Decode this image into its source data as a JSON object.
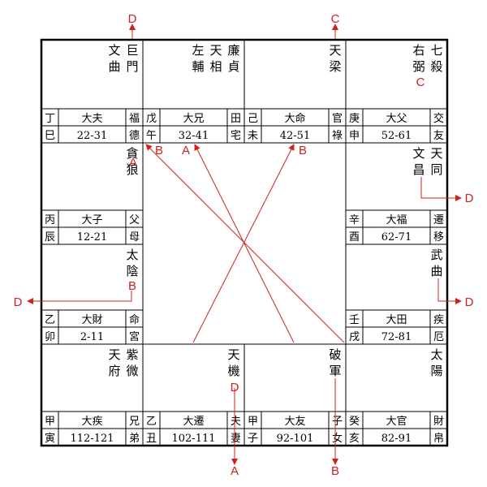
{
  "colors": {
    "ink": "#000000",
    "marker": "#cc2222",
    "background": "#ffffff"
  },
  "palaces": [
    {
      "stem": "丁",
      "branch": "巳",
      "da": "大夫",
      "age": "22-31",
      "name": [
        "福",
        "德"
      ],
      "stars": [
        "文曲",
        "巨門"
      ]
    },
    {
      "stem": "戊",
      "branch": "午",
      "da": "大兄",
      "age": "32-41",
      "name": [
        "田",
        "宅"
      ],
      "stars": [
        "左輔",
        "天相",
        "廉貞"
      ]
    },
    {
      "stem": "己",
      "branch": "未",
      "da": "大命",
      "age": "42-51",
      "name": [
        "官",
        "祿"
      ],
      "stars": [
        "天梁"
      ]
    },
    {
      "stem": "庚",
      "branch": "申",
      "da": "大父",
      "age": "52-61",
      "name": [
        "交",
        "友"
      ],
      "stars": [
        "右弼",
        "七殺"
      ]
    },
    {
      "stem": "丙",
      "branch": "辰",
      "da": "大子",
      "age": "12-21",
      "name": [
        "父",
        "母"
      ],
      "stars": [
        "貪狼"
      ]
    },
    {
      "stem": "辛",
      "branch": "酉",
      "da": "大福",
      "age": "62-71",
      "name": [
        "遷",
        "移"
      ],
      "stars": [
        "文昌",
        "天同"
      ]
    },
    {
      "stem": "乙",
      "branch": "卯",
      "da": "大財",
      "age": "2-11",
      "name": [
        "命",
        "宮"
      ],
      "stars": [
        "太陰"
      ]
    },
    {
      "stem": "壬",
      "branch": "戌",
      "da": "大田",
      "age": "72-81",
      "name": [
        "疾",
        "厄"
      ],
      "stars": [
        "武曲"
      ]
    },
    {
      "stem": "甲",
      "branch": "寅",
      "da": "大疾",
      "age": "112-121",
      "name": [
        "兄",
        "弟"
      ],
      "stars": [
        "天府",
        "紫微"
      ]
    },
    {
      "stem": "乙",
      "branch": "丑",
      "da": "大遷",
      "age": "102-111",
      "name": [
        "夫",
        "妻"
      ],
      "stars": [
        "天機"
      ]
    },
    {
      "stem": "甲",
      "branch": "子",
      "da": "大友",
      "age": "92-101",
      "name": [
        "子",
        "女"
      ],
      "stars": [
        "破軍"
      ]
    },
    {
      "stem": "癸",
      "branch": "亥",
      "da": "大官",
      "age": "82-91",
      "name": [
        "財",
        "帛"
      ],
      "stars": [
        "太陽"
      ]
    }
  ],
  "markers": {
    "top_left": "D",
    "top_right": "C",
    "youbi_c": "C",
    "tianxiang_b": "B",
    "xiongdi_a": "A",
    "tianliang_b": "B",
    "tanlang_a": "A",
    "wenchang_d": "D",
    "taiyin_b": "B",
    "left_d": "D",
    "wuqu_d": "D",
    "tianji_d": "D",
    "bottom_a": "A",
    "bottom_b": "B"
  }
}
